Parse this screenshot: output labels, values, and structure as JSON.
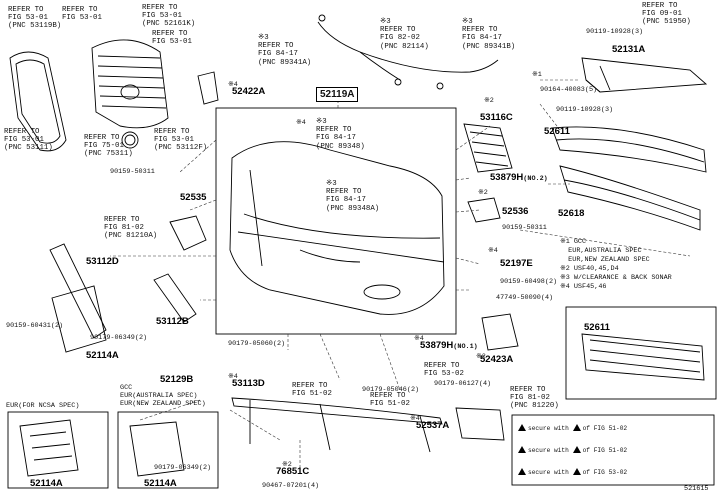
{
  "diagram_id": "521615",
  "main_part": "52119A",
  "part_numbers": {
    "p52422A": "52422A",
    "p52131A": "52131A",
    "p53116C": "53116C",
    "p52611a": "52611",
    "p52611b": "52611",
    "p53879Ha": "53879H",
    "p53879Ha_sfx": "(NO.2)",
    "p52618": "52618",
    "p52535": "52535",
    "p52536": "52536",
    "p53112D": "53112D",
    "p52197E": "52197E",
    "p53112B": "53112B",
    "p52114Aa": "52114A",
    "p52129B": "52129B",
    "p53113D": "53113D",
    "p53879Hb": "53879H",
    "p53879Hb_sfx": "(NO.1)",
    "p52423A": "52423A",
    "p52537A": "52537A",
    "p52114Ab": "52114A",
    "p52114Ac": "52114A",
    "p76851C": "76851C"
  },
  "refs": {
    "r1": "REFER TO\nFIG 53-01\n(PNC 53119B)",
    "r2": "REFER TO\nFIG 53-01",
    "r3": "REFER TO\nFIG 53-01\n(PNC 52161K)",
    "r4": "REFER TO\nFIG 53-01",
    "r5": "※3\nREFER TO\nFIG 84-17\n(PNC 89341A)",
    "r6": "※3\nREFER TO\nFIG 82-02\n(PNC 82114)",
    "r7": "※3\nREFER TO\nFIG 84-17\n(PNC 89341B)",
    "r8": "REFER TO\nFIG 09-01\n(PNC 51950)",
    "r9": "REFER TO\nFIG 53-01\n(PNC 53111)",
    "r10": "REFER TO\nFIG 75-01\n(PNC 75311)",
    "r11": "REFER TO\nFIG 53-01\n(PNC 53112F)",
    "r12": "※3\nREFER TO\nFIG 84-17\n(PNC 89348)",
    "r13": "※3\nREFER TO\nFIG 84-17\n(PNC 89348A)",
    "r14": "REFER TO\nFIG 81-02\n(PNC 81210A)",
    "r15": "REFER TO\nFIG 53-02",
    "r16": "REFER TO\nFIG 51-02",
    "r17": "REFER TO\nFIG 51-02",
    "r18": "REFER TO\nFIG 81-02\n(PNC 81220)"
  },
  "small_labels": {
    "s_90119_10928a": "90119-10928(3)",
    "s_90164_40083": "90164-40083(5)",
    "s_90119_10928b": "90119-10928(3)",
    "s_90159_50311a": "90159-50311",
    "s_90159_50311b": "90159-50311",
    "s_90159_60498": "90159-60498(2)",
    "s_47749_50090": "47749-50090(4)",
    "s_90159_60431": "90159-60431(2)",
    "s_90179_06349a": "90179-06349(2)",
    "s_90179_05060": "90179-05060(2)",
    "s_90179_05046": "90179-05046(2)",
    "s_90179_06127": "90179-06127(4)",
    "s_90179_06349b": "90179-06349(2)",
    "s_90467_07201": "90467-07201(4)",
    "star_1": "※1",
    "star_2": "※2",
    "star_3": "※2",
    "star_4": "※4",
    "star_5": "※4",
    "star_6": "※4",
    "star_7": "※2",
    "star_8": "※4",
    "star_9": "※4",
    "star_10": "※4",
    "star_11": "※2"
  },
  "notes": {
    "legend": "※1 GCC\n  EUR,AUSTRALIA SPEC\n  EUR,NEW ZEALAND SPEC\n※2 USF40,45,D4\n※3 W/CLEARANCE & BACK SONAR\n※4 USF45,46",
    "gcc_box_title": "GCC\nEUR(AUSTRALIA SPEC)\nEUR(NEW ZEALAND SPEC)",
    "eur_box_title": "EUR(FOR NCSA SPEC)"
  },
  "warnings": {
    "w1a": "secure with",
    "w1b": "of FIG 51-02",
    "w2a": "secure with",
    "w2b": "of FIG 51-02",
    "w3a": "secure with",
    "w3b": "of FIG 53-02"
  },
  "colors": {
    "line": "#000000",
    "dash": "#333333",
    "bg": "#ffffff"
  }
}
